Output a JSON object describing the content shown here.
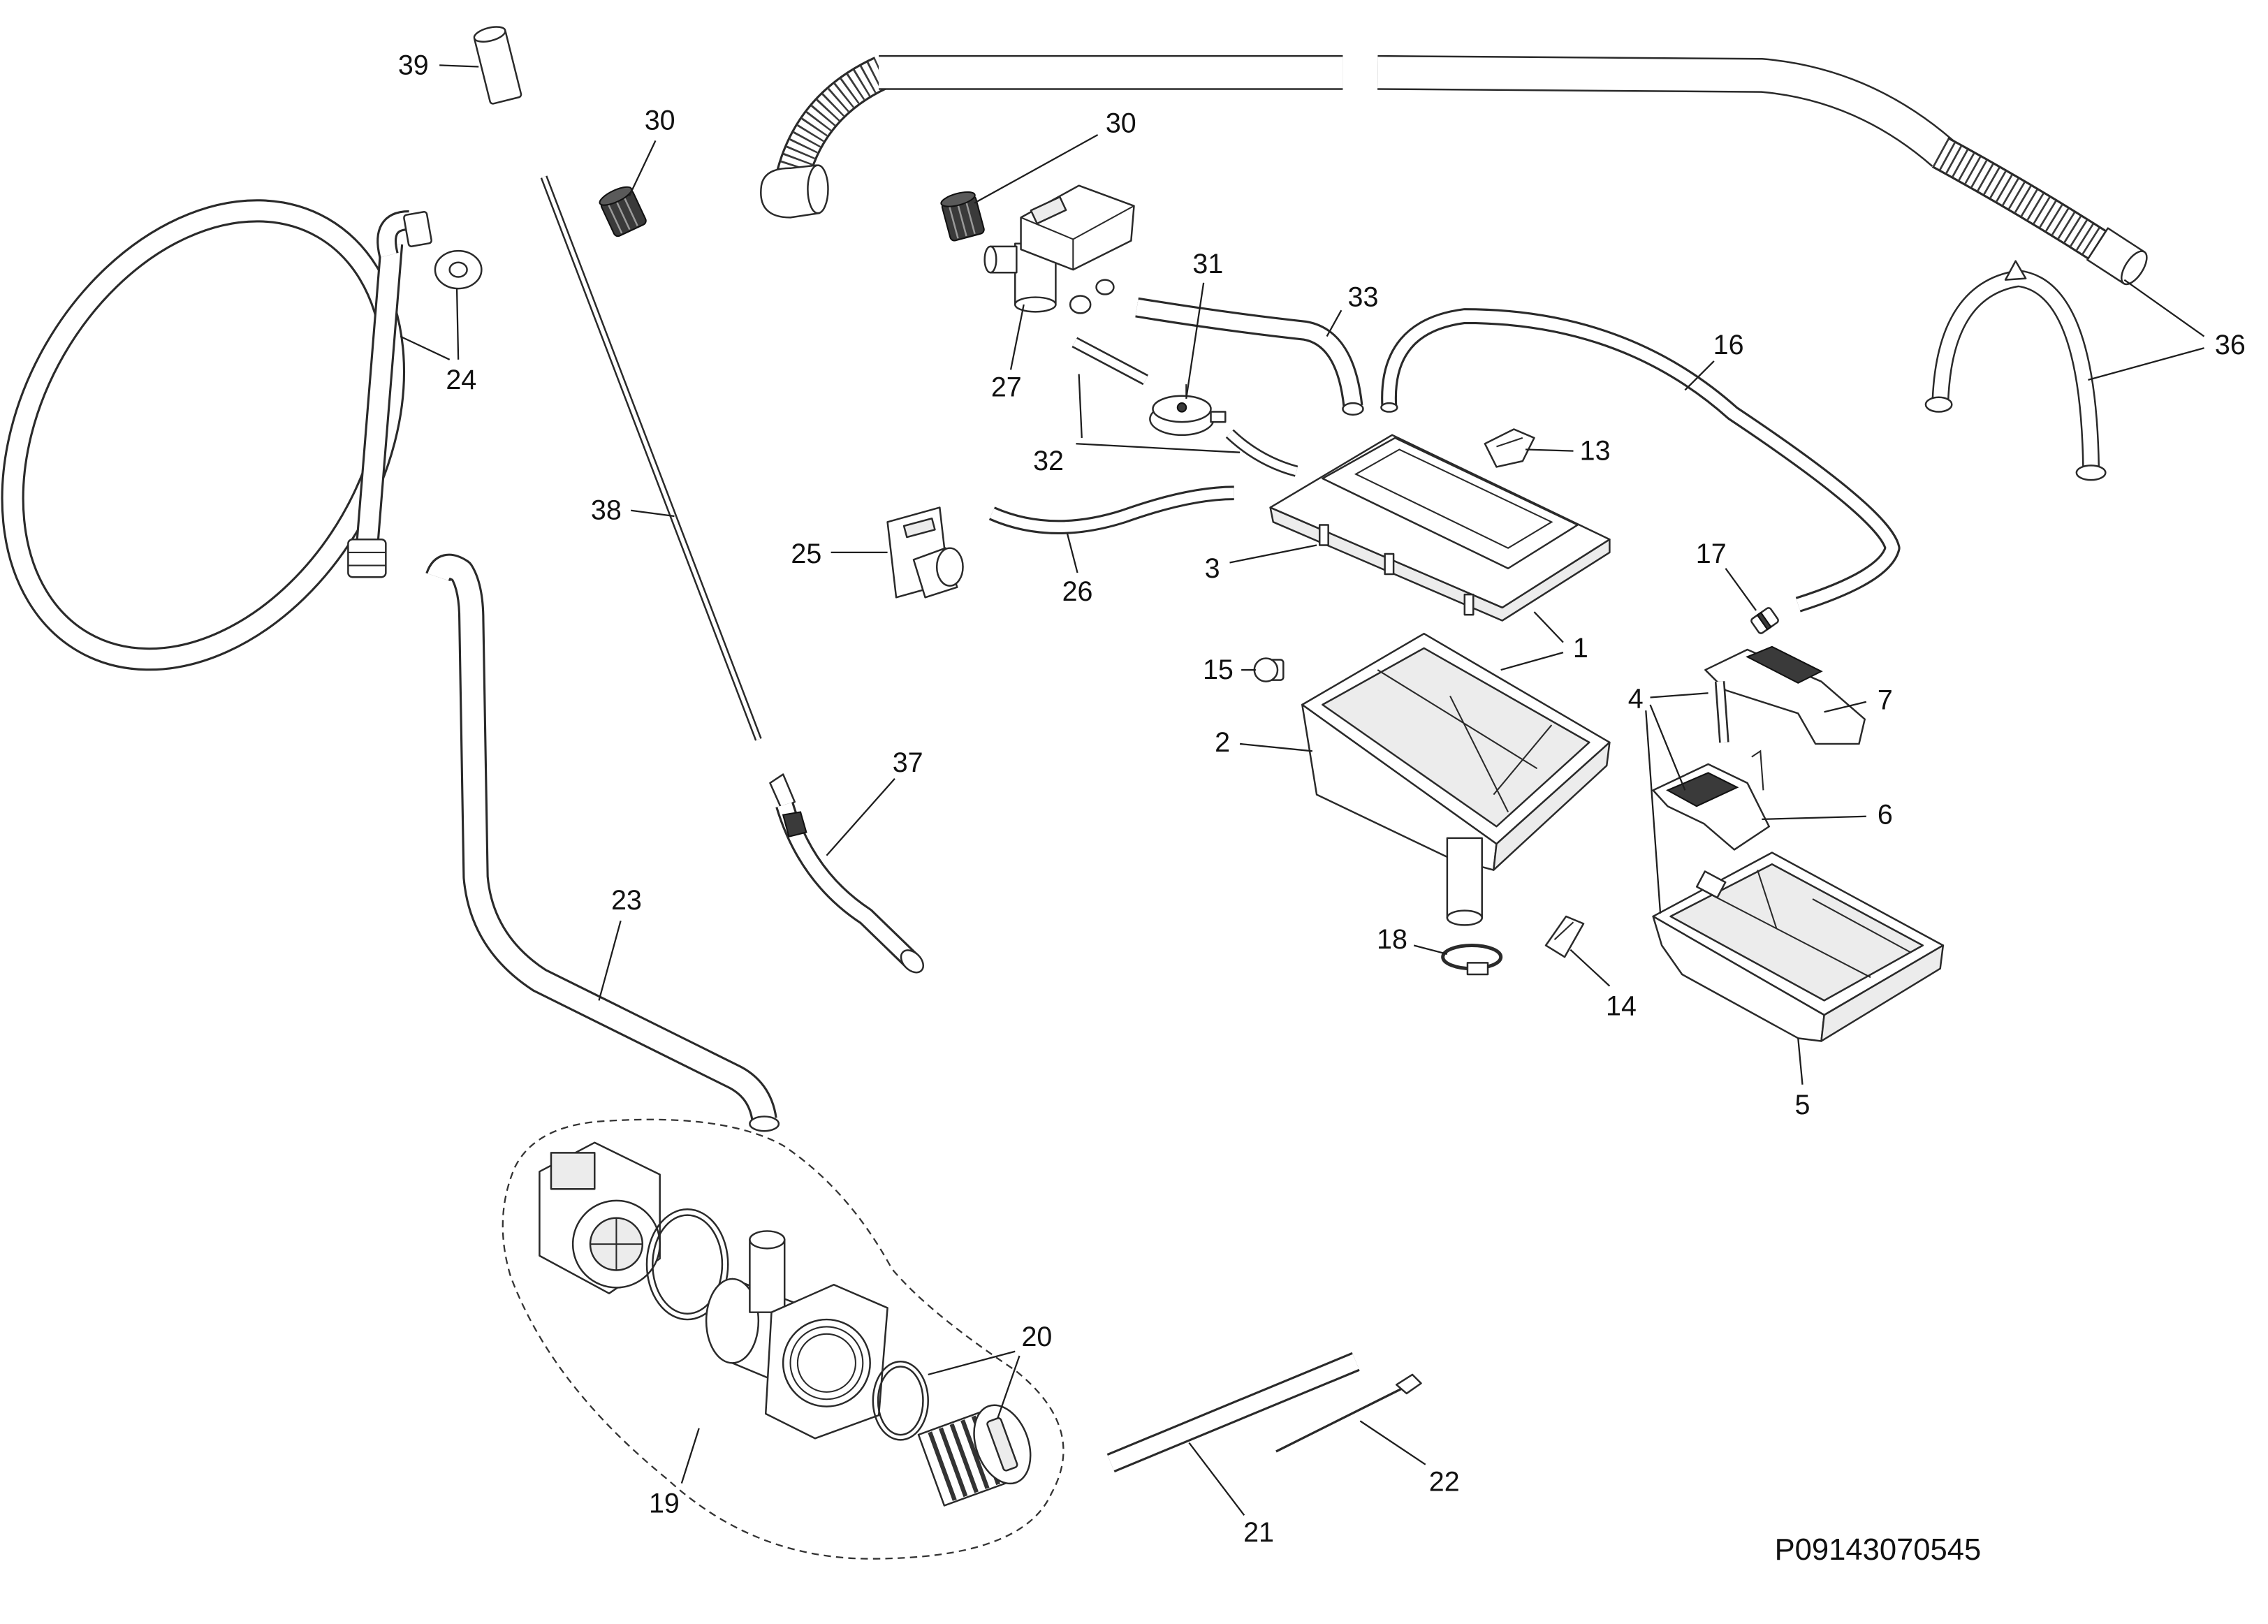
{
  "figure": {
    "reference_code": "P09143070545"
  },
  "callouts": [
    "39",
    "30",
    "30",
    "31",
    "33",
    "16",
    "36",
    "24",
    "27",
    "32",
    "13",
    "38",
    "25",
    "26",
    "3",
    "17",
    "1",
    "15",
    "4",
    "7",
    "2",
    "37",
    "6",
    "23",
    "18",
    "14",
    "5",
    "20",
    "22",
    "19",
    "21"
  ]
}
